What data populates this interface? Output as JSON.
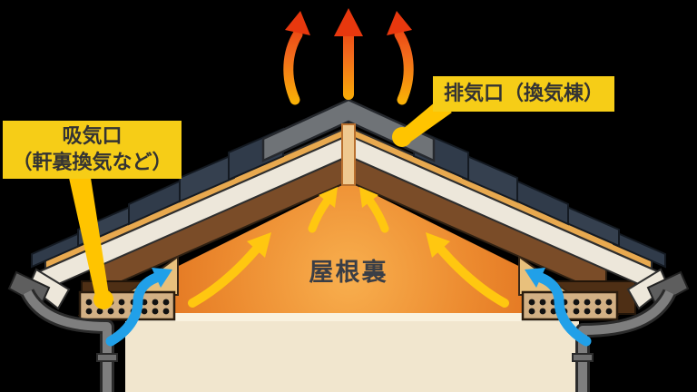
{
  "diagram": {
    "background_color": "#000000",
    "labels": {
      "intake": {
        "line1": "吸気口",
        "line2": "（軒裏換気など）",
        "box_color": "#F6CD17",
        "text_color": "#333333"
      },
      "exhaust": {
        "text": "排気口（換気棟）",
        "box_color": "#F6CD17",
        "text_color": "#333333"
      },
      "attic": {
        "text": "屋根裏",
        "text_color": "#3A3E46"
      }
    },
    "arrows": {
      "heat_exhaust": {
        "count": 3,
        "color_tail": "#F9B006",
        "color_head": "#E8380E"
      },
      "attic_air": {
        "count": 4,
        "color": "#FFC710"
      },
      "intake_air": {
        "count": 2,
        "color": "#21A0E8"
      }
    },
    "colors": {
      "roof_tiles": "#35404F",
      "ridge_cap": "#6F7377",
      "battens": "#E8A94F",
      "sheathing": "#EDE7DA",
      "frame": "#7A4C28",
      "soffit": "#4E2F15",
      "rafter": "#E8C07C",
      "vent_block": "#D2B084",
      "wall": "#F1E6CE",
      "attic_center": "#F8AF4E",
      "attic_edge": "#DF6E1C",
      "gutter": "#7E7E7E",
      "callout_line": "#FFC400"
    }
  }
}
